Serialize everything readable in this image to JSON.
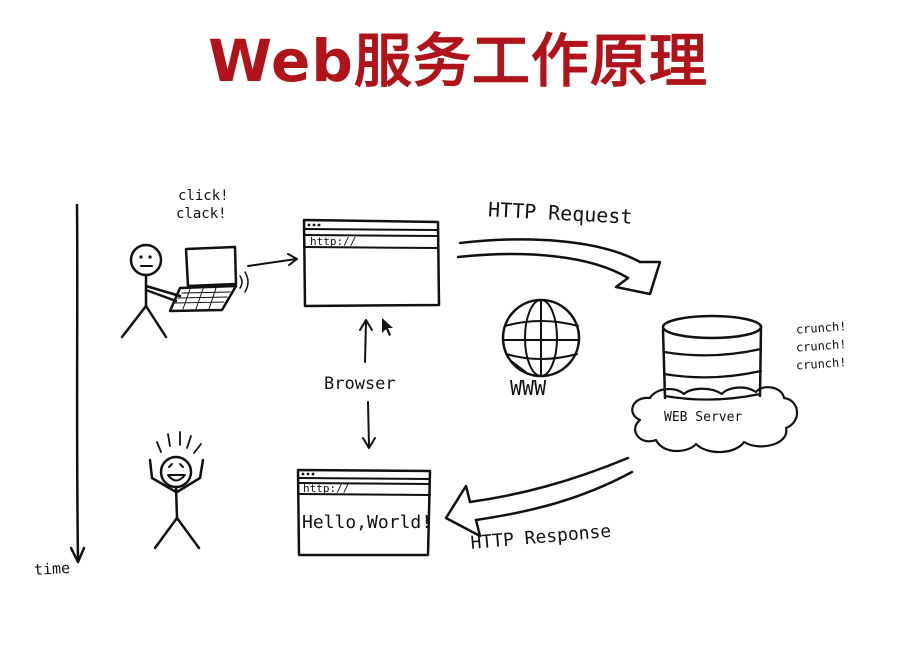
{
  "title": "Web服务工作原理",
  "labels": {
    "click": "click!",
    "clack": "clack!",
    "http_request": "HTTP Request",
    "http_response": "HTTP Response",
    "url_top": "http://",
    "url_bottom": "http://",
    "browser": "Browser",
    "www": "WWW",
    "web_server": "WEB Server",
    "crunch": "crunch!",
    "hello_world": "Hello,World!",
    "time": "time"
  }
}
